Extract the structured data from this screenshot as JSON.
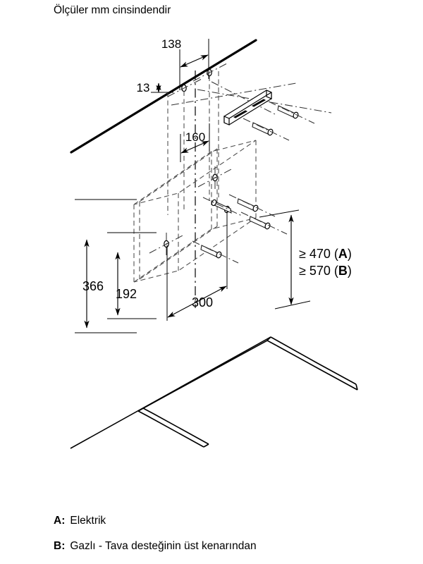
{
  "title": "Ölçüler mm cinsindendir",
  "dimensions": {
    "d138": "138",
    "d13": "13",
    "d160": "160",
    "d366": "366",
    "d192": "192",
    "d300": "300",
    "min_a_prefix": "≥ 470 (",
    "min_a_letter": "A",
    "min_a_suffix": ")",
    "min_b_prefix": "≥ 570 (",
    "min_b_letter": "B",
    "min_b_suffix": ")"
  },
  "legend": {
    "a_key": "A:",
    "a_value": "Elektrik",
    "b_key": "B:",
    "b_value": "Gazlı - Tava desteğinin üst kenarından"
  },
  "colors": {
    "line": "#000000",
    "hidden_line": "#4a4a4a",
    "background": "#ffffff"
  },
  "parts": {
    "ceiling_line": "wall-ceiling-edge",
    "bracket": "wall-mounting-bracket",
    "hood_outline": "hood-body-hidden-outline",
    "cooktop": "cooktop-outline",
    "screws": "mounting-screws",
    "holes": "mounting-holes",
    "centerline": "vertical-centerline"
  }
}
